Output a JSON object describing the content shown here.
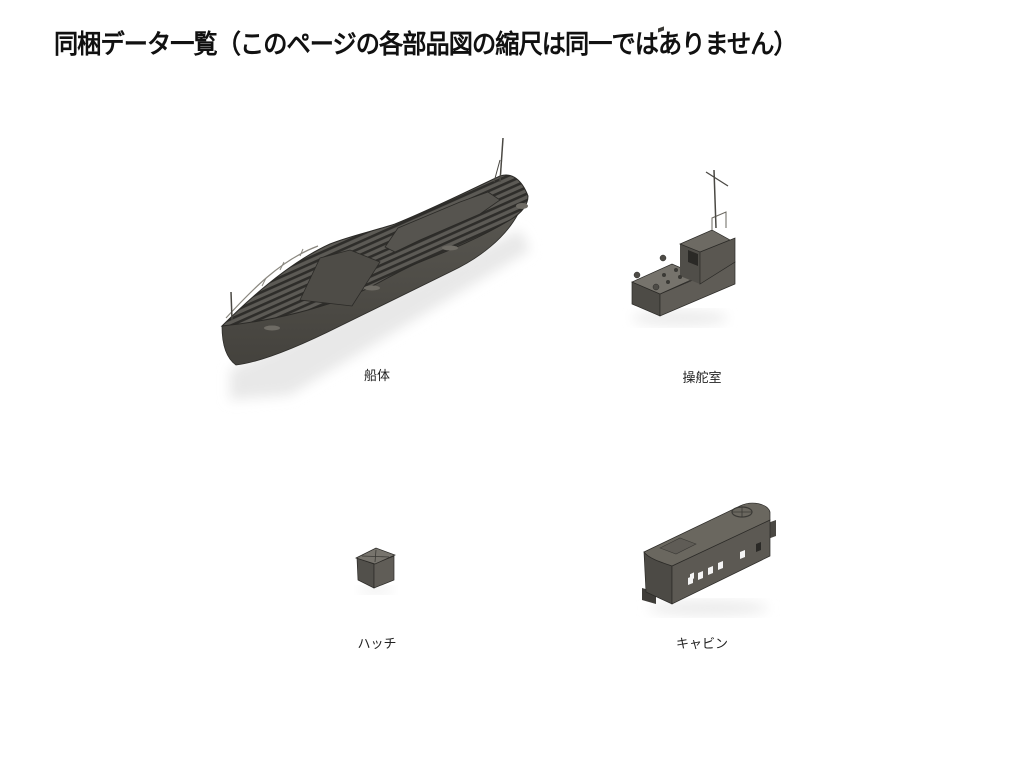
{
  "page": {
    "title": "同梱データ一覧（このページの各部品図の縮尺は同一ではありません）"
  },
  "colors": {
    "background": "#ffffff",
    "title_text": "#111111",
    "label_text": "#222222",
    "model_dark": "#3f3d38",
    "model_mid": "#58554f",
    "model_light": "#75726b",
    "shadow": "#e6e6e6"
  },
  "parts": [
    {
      "id": "hull",
      "label": "船体",
      "image": "hull-3d-render"
    },
    {
      "id": "wheelhouse",
      "label": "操舵室",
      "image": "wheelhouse-3d-render"
    },
    {
      "id": "hatch",
      "label": "ハッチ",
      "image": "hatch-3d-render"
    },
    {
      "id": "cabin",
      "label": "キャビン",
      "image": "cabin-3d-render"
    }
  ]
}
